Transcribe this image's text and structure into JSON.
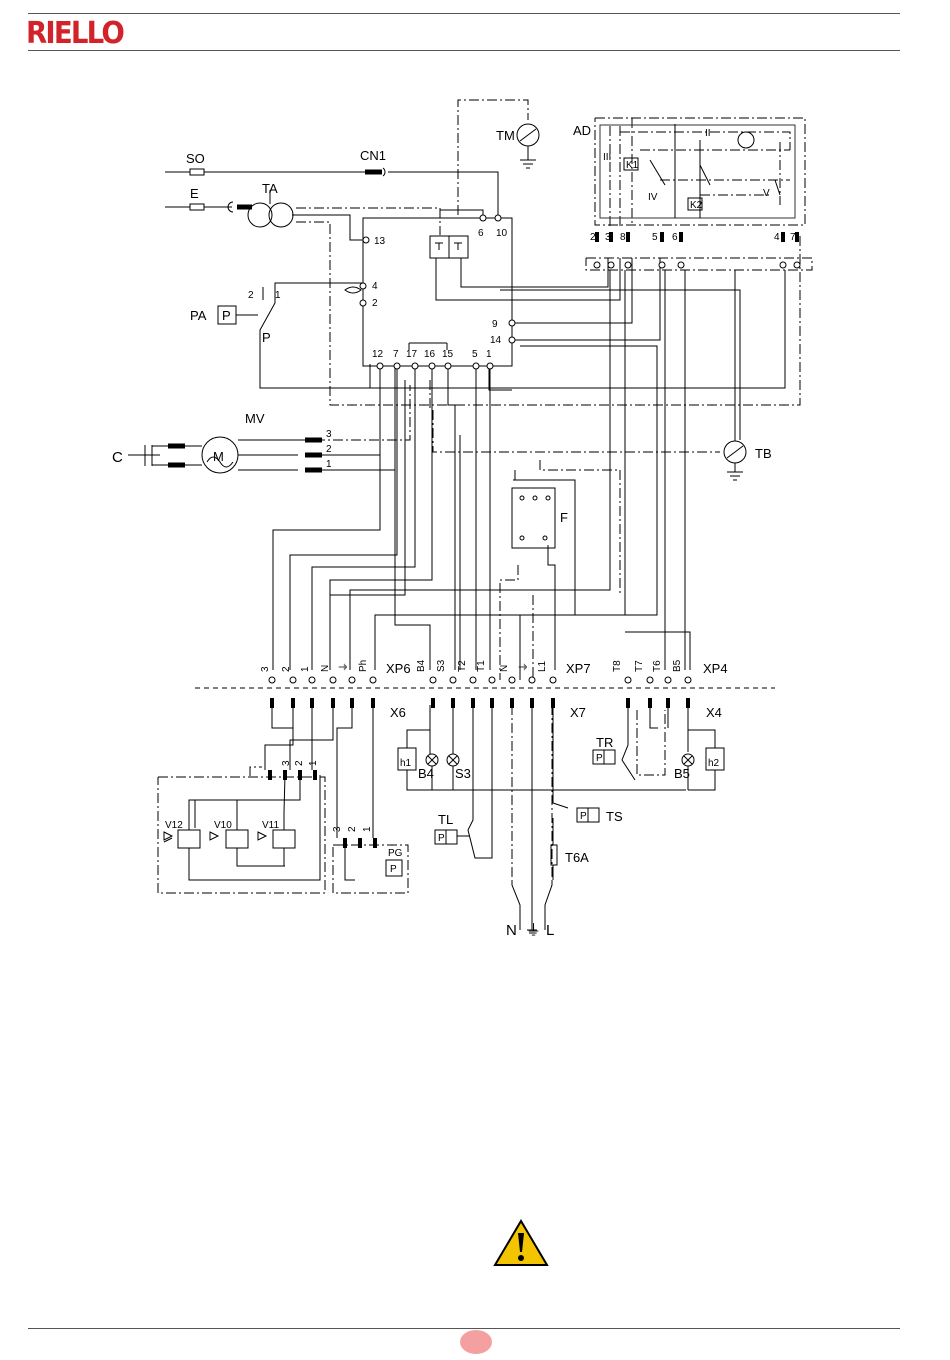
{
  "header": {
    "logo": "RIELLO",
    "brand_color": "#d2232a"
  },
  "diagram": {
    "components": {
      "so": "SO",
      "e": "E",
      "cn1": "CN1",
      "ta": "TA",
      "tm": "TM",
      "ad": "AD",
      "pa": "PA",
      "p_box": "P",
      "p_contact": "P",
      "mv": "MV",
      "c": "C",
      "tb": "TB",
      "f": "F",
      "tr": "TR",
      "tl": "TL",
      "ts": "TS",
      "t6a": "T6A",
      "pg": "PG",
      "h1": "h1",
      "h2": "h2",
      "b4": "B4",
      "s3": "S3",
      "b5": "B5",
      "v12": "V12",
      "v10": "V10",
      "v11": "V11",
      "k1": "K1",
      "k2": "K2",
      "ad_ii": "II",
      "ad_iii": "III",
      "ad_iv": "IV",
      "ad_v": "V",
      "motor": "M"
    },
    "connectors": {
      "xp6": "XP6",
      "xp7": "XP7",
      "xp4": "XP4",
      "x6": "X6",
      "x7": "X7",
      "x4": "X4"
    },
    "control_box_pins": [
      "13",
      "6",
      "10",
      "4",
      "2",
      "9",
      "14",
      "12",
      "7",
      "17",
      "16",
      "15",
      "5",
      "1"
    ],
    "ad_pins": [
      "2",
      "3",
      "8",
      "5",
      "6",
      "4",
      "7"
    ],
    "mv_pins": [
      "3",
      "2",
      "1"
    ],
    "pa_pins": [
      "2",
      "1"
    ],
    "xp6_pins": [
      "3",
      "2",
      "1",
      "N",
      "⏚",
      "Ph"
    ],
    "xp7_pins": [
      "B4",
      "S3",
      "T2",
      "T1",
      "N",
      "⏚",
      "L1"
    ],
    "xp4_pins": [
      "T8",
      "T7",
      "T6",
      "B5"
    ],
    "x6_pins": [
      "3",
      "2",
      "1"
    ],
    "pg_pins": [
      "3",
      "2",
      "1"
    ],
    "mains": [
      "N",
      "⏚",
      "L"
    ]
  },
  "warning": {
    "icon": "warning-triangle-icon",
    "color": "#f2c500"
  }
}
